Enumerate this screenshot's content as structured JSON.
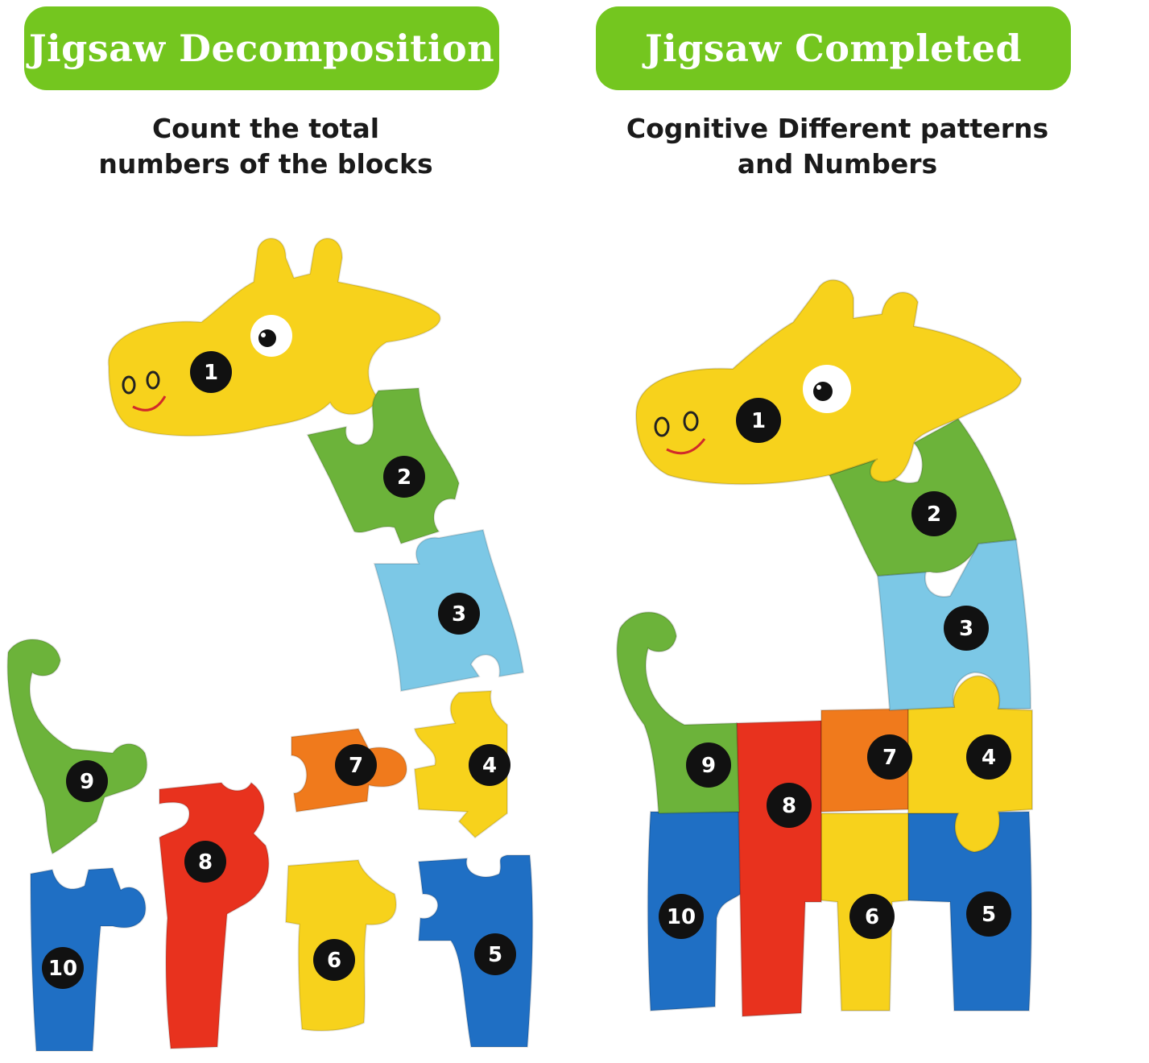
{
  "left_panel": {
    "heading": "Jigsaw Decomposition",
    "subtitle_line1": "Count the total",
    "subtitle_line2": "numbers of the blocks"
  },
  "right_panel": {
    "heading": "Jigsaw Completed",
    "subtitle_line1": "Cognitive Different patterns",
    "subtitle_line2": "and Numbers"
  },
  "pieces": [
    {
      "number": "1",
      "color": "#f7d21c"
    },
    {
      "number": "2",
      "color": "#6cb33a"
    },
    {
      "number": "3",
      "color": "#7cc8e6"
    },
    {
      "number": "4",
      "color": "#f7d21c"
    },
    {
      "number": "5",
      "color": "#1f6fc4"
    },
    {
      "number": "6",
      "color": "#f7d21c"
    },
    {
      "number": "7",
      "color": "#f07a1c"
    },
    {
      "number": "8",
      "color": "#e8321e"
    },
    {
      "number": "9",
      "color": "#6cb33a"
    },
    {
      "number": "10",
      "color": "#1f6fc4"
    }
  ]
}
